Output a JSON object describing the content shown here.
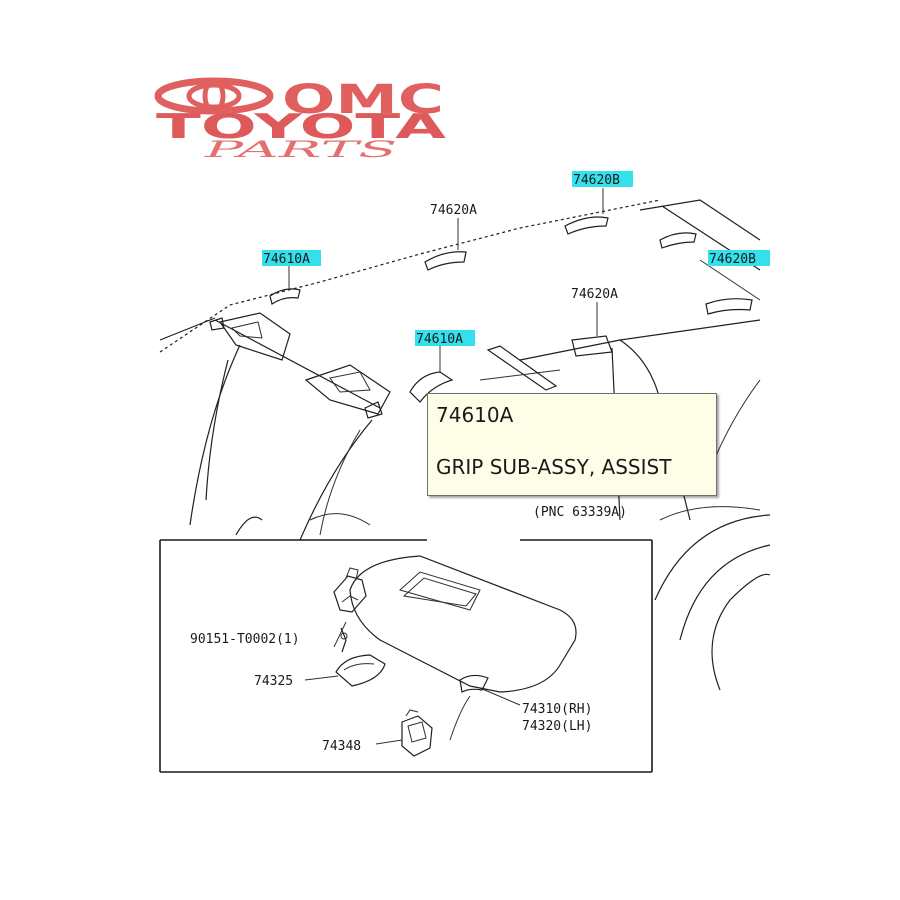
{
  "logo": {
    "line1": "OMC",
    "line2": "TOYOTA",
    "line3": "PARTS",
    "color": "#e06060"
  },
  "diagram": {
    "labels": {
      "p74620B_top": "74620B",
      "p74620A_top": "74620A",
      "p74610A_left": "74610A",
      "p74620B_right": "74620B",
      "p74620A_mid": "74620A",
      "p74610A_mid": "74610A",
      "pnc_ref": "(PNC 63339A)",
      "p90151": "90151-T0002(1)",
      "p74325": "74325",
      "p74310": "74310(RH)",
      "p74320": "74320(LH)",
      "p74348": "74348"
    },
    "highlight_color": "#33e0ec"
  },
  "tooltip": {
    "code": "74610A",
    "name": "GRIP SUB-ASSY, ASSIST"
  }
}
